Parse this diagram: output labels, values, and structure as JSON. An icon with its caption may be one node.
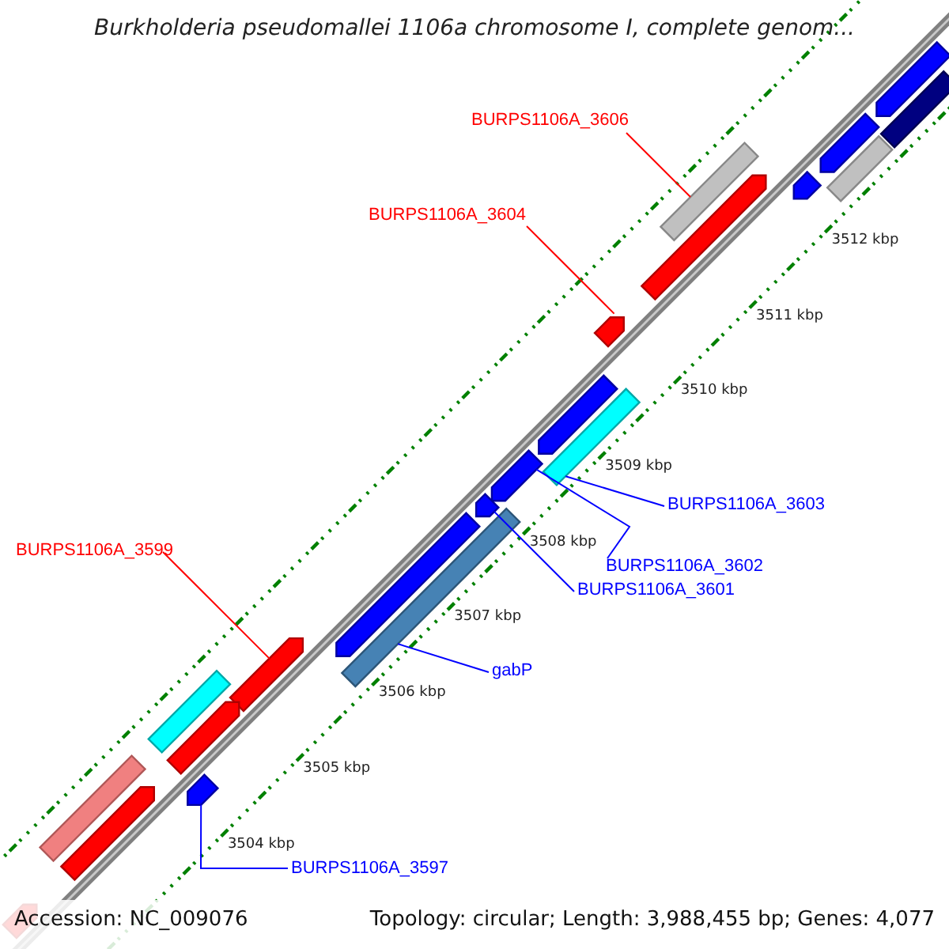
{
  "diagram": {
    "title": "Burkholderia pseudomallei 1106a chromosome I, complete genom...",
    "nodes": [
      {
        "text": [
          "BURPS1106A_3606"
        ]
      },
      {
        "text": [
          "BURPS1106A_3604"
        ]
      },
      {
        "text": [
          "BURPS1106A_3599"
        ]
      },
      {
        "text": [
          "BURPS1106A_3603"
        ]
      },
      {
        "text": [
          "BURPS1106A_3602"
        ]
      },
      {
        "text": [
          "BURPS1106A_3601"
        ]
      },
      {
        "text": [
          "gabP"
        ]
      },
      {
        "text": [
          "BURPS1106A_3597"
        ]
      },
      {
        "text": [],
        "shape": "bar"
      },
      {
        "text": [],
        "shape": "bar"
      },
      {
        "text": [],
        "shape": "bar"
      },
      {
        "text": [],
        "shape": "bar"
      },
      {
        "text": [],
        "shape": "bar"
      },
      {
        "text": [],
        "shape": "bar"
      },
      {
        "text": [],
        "shape": "bar"
      },
      {
        "text": [],
        "shape": "bar"
      },
      {
        "text": [],
        "shape": "bar"
      },
      {
        "text": [],
        "shape": "bar"
      },
      {
        "text": [],
        "shape": "bar"
      },
      {
        "text": [],
        "shape": "bar"
      },
      {
        "text": [],
        "shape": "bar"
      },
      {
        "text": [],
        "shape": "bar"
      },
      {
        "text": [],
        "shape": "bar"
      },
      {
        "text": [],
        "shape": "bar"
      },
      {
        "text": [],
        "shape": "bar"
      },
      {
        "text": [],
        "shape": "bar"
      },
      {
        "text": [],
        "shape": "bar"
      },
      {
        "text": [],
        "shape": "bar"
      },
      {
        "text": [],
        "shape": "bar"
      }
    ],
    "edges": [
      {
        "from": 0,
        "to": 13,
        "arrow": "none",
        "color": "#ff0000"
      },
      {
        "from": 1,
        "to": 15,
        "arrow": "none",
        "color": "#ff0000"
      },
      {
        "from": 2,
        "to": 22,
        "arrow": "none",
        "color": "#ff0000"
      },
      {
        "from": 3,
        "to": 17,
        "arrow": "none"
      },
      {
        "from": 4,
        "to": 18,
        "arrow": "none"
      },
      {
        "from": 5,
        "to": 19,
        "arrow": "none"
      },
      {
        "from": 6,
        "to": 21,
        "arrow": "none"
      },
      {
        "from": 7,
        "to": 25,
        "arrow": "none"
      }
    ],
    "labels": [
      "3512 kbp",
      "3511 kbp",
      "3510 kbp",
      "3509 kbp",
      "3508 kbp",
      "3507 kbp",
      "3506 kbp",
      "3505 kbp",
      "3504 kbp",
      "Accession: NC_009076",
      "Topology: circular; Length: 3,988,455 bp; Genes: 4,077"
    ]
  }
}
